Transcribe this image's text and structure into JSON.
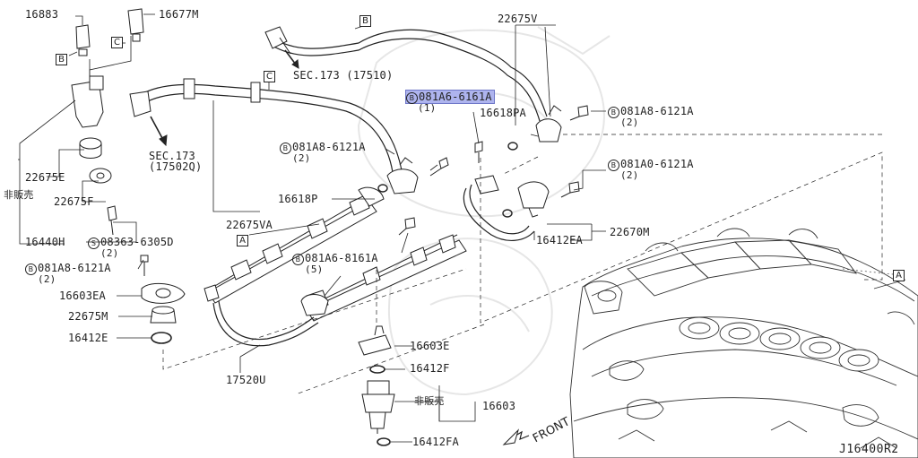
{
  "diagram_code": "J16400R2",
  "front_label": "FRONT",
  "sec_refs": [
    {
      "line1": "SEC.173",
      "line2": "(17510)"
    },
    {
      "line1": "SEC.173",
      "line2": "(17502Q)"
    }
  ],
  "ref_boxes": {
    "a": "A",
    "b": "B",
    "c": "C"
  },
  "bolt_symbol": "B",
  "screw_symbol": "S",
  "not_for_sale": "非販売",
  "parts": {
    "p16883": "16883",
    "p16677m": "16677M",
    "p22675v": "22675V",
    "p081a6_6161a": "081A6-6161A",
    "p081a6_6161a_qty": "(1)",
    "p16618pa": "16618PA",
    "p081a8_6121a_right": "081A8-6121A",
    "p081a8_6121a_right_qty": "(2)",
    "p081a8_6121a_mid": "081A8-6121A",
    "p081a8_6121a_mid_qty": "(2)",
    "p081a0_6121a": "081A0-6121A",
    "p081a0_6121a_qty": "(2)",
    "p22675e": "22675E",
    "p22675f": "22675F",
    "p16618p": "16618P",
    "p22675va": "22675VA",
    "p16412ea": "16412EA",
    "p22670m": "22670M",
    "p16440h": "16440H",
    "p08363_6305d": "08363-6305D",
    "p08363_6305d_qty": "(2)",
    "p081a6_8161a": "081A6-8161A",
    "p081a6_8161a_qty": "(5)",
    "p081a8_6121a_left": "081A8-6121A",
    "p081a8_6121a_left_qty": "(2)",
    "p16603ea": "16603EA",
    "p22675m": "22675M",
    "p16412e": "16412E",
    "p16603e": "16603E",
    "p16412f": "16412F",
    "p16603": "16603",
    "p17520u": "17520U",
    "p16412fa": "16412FA"
  }
}
